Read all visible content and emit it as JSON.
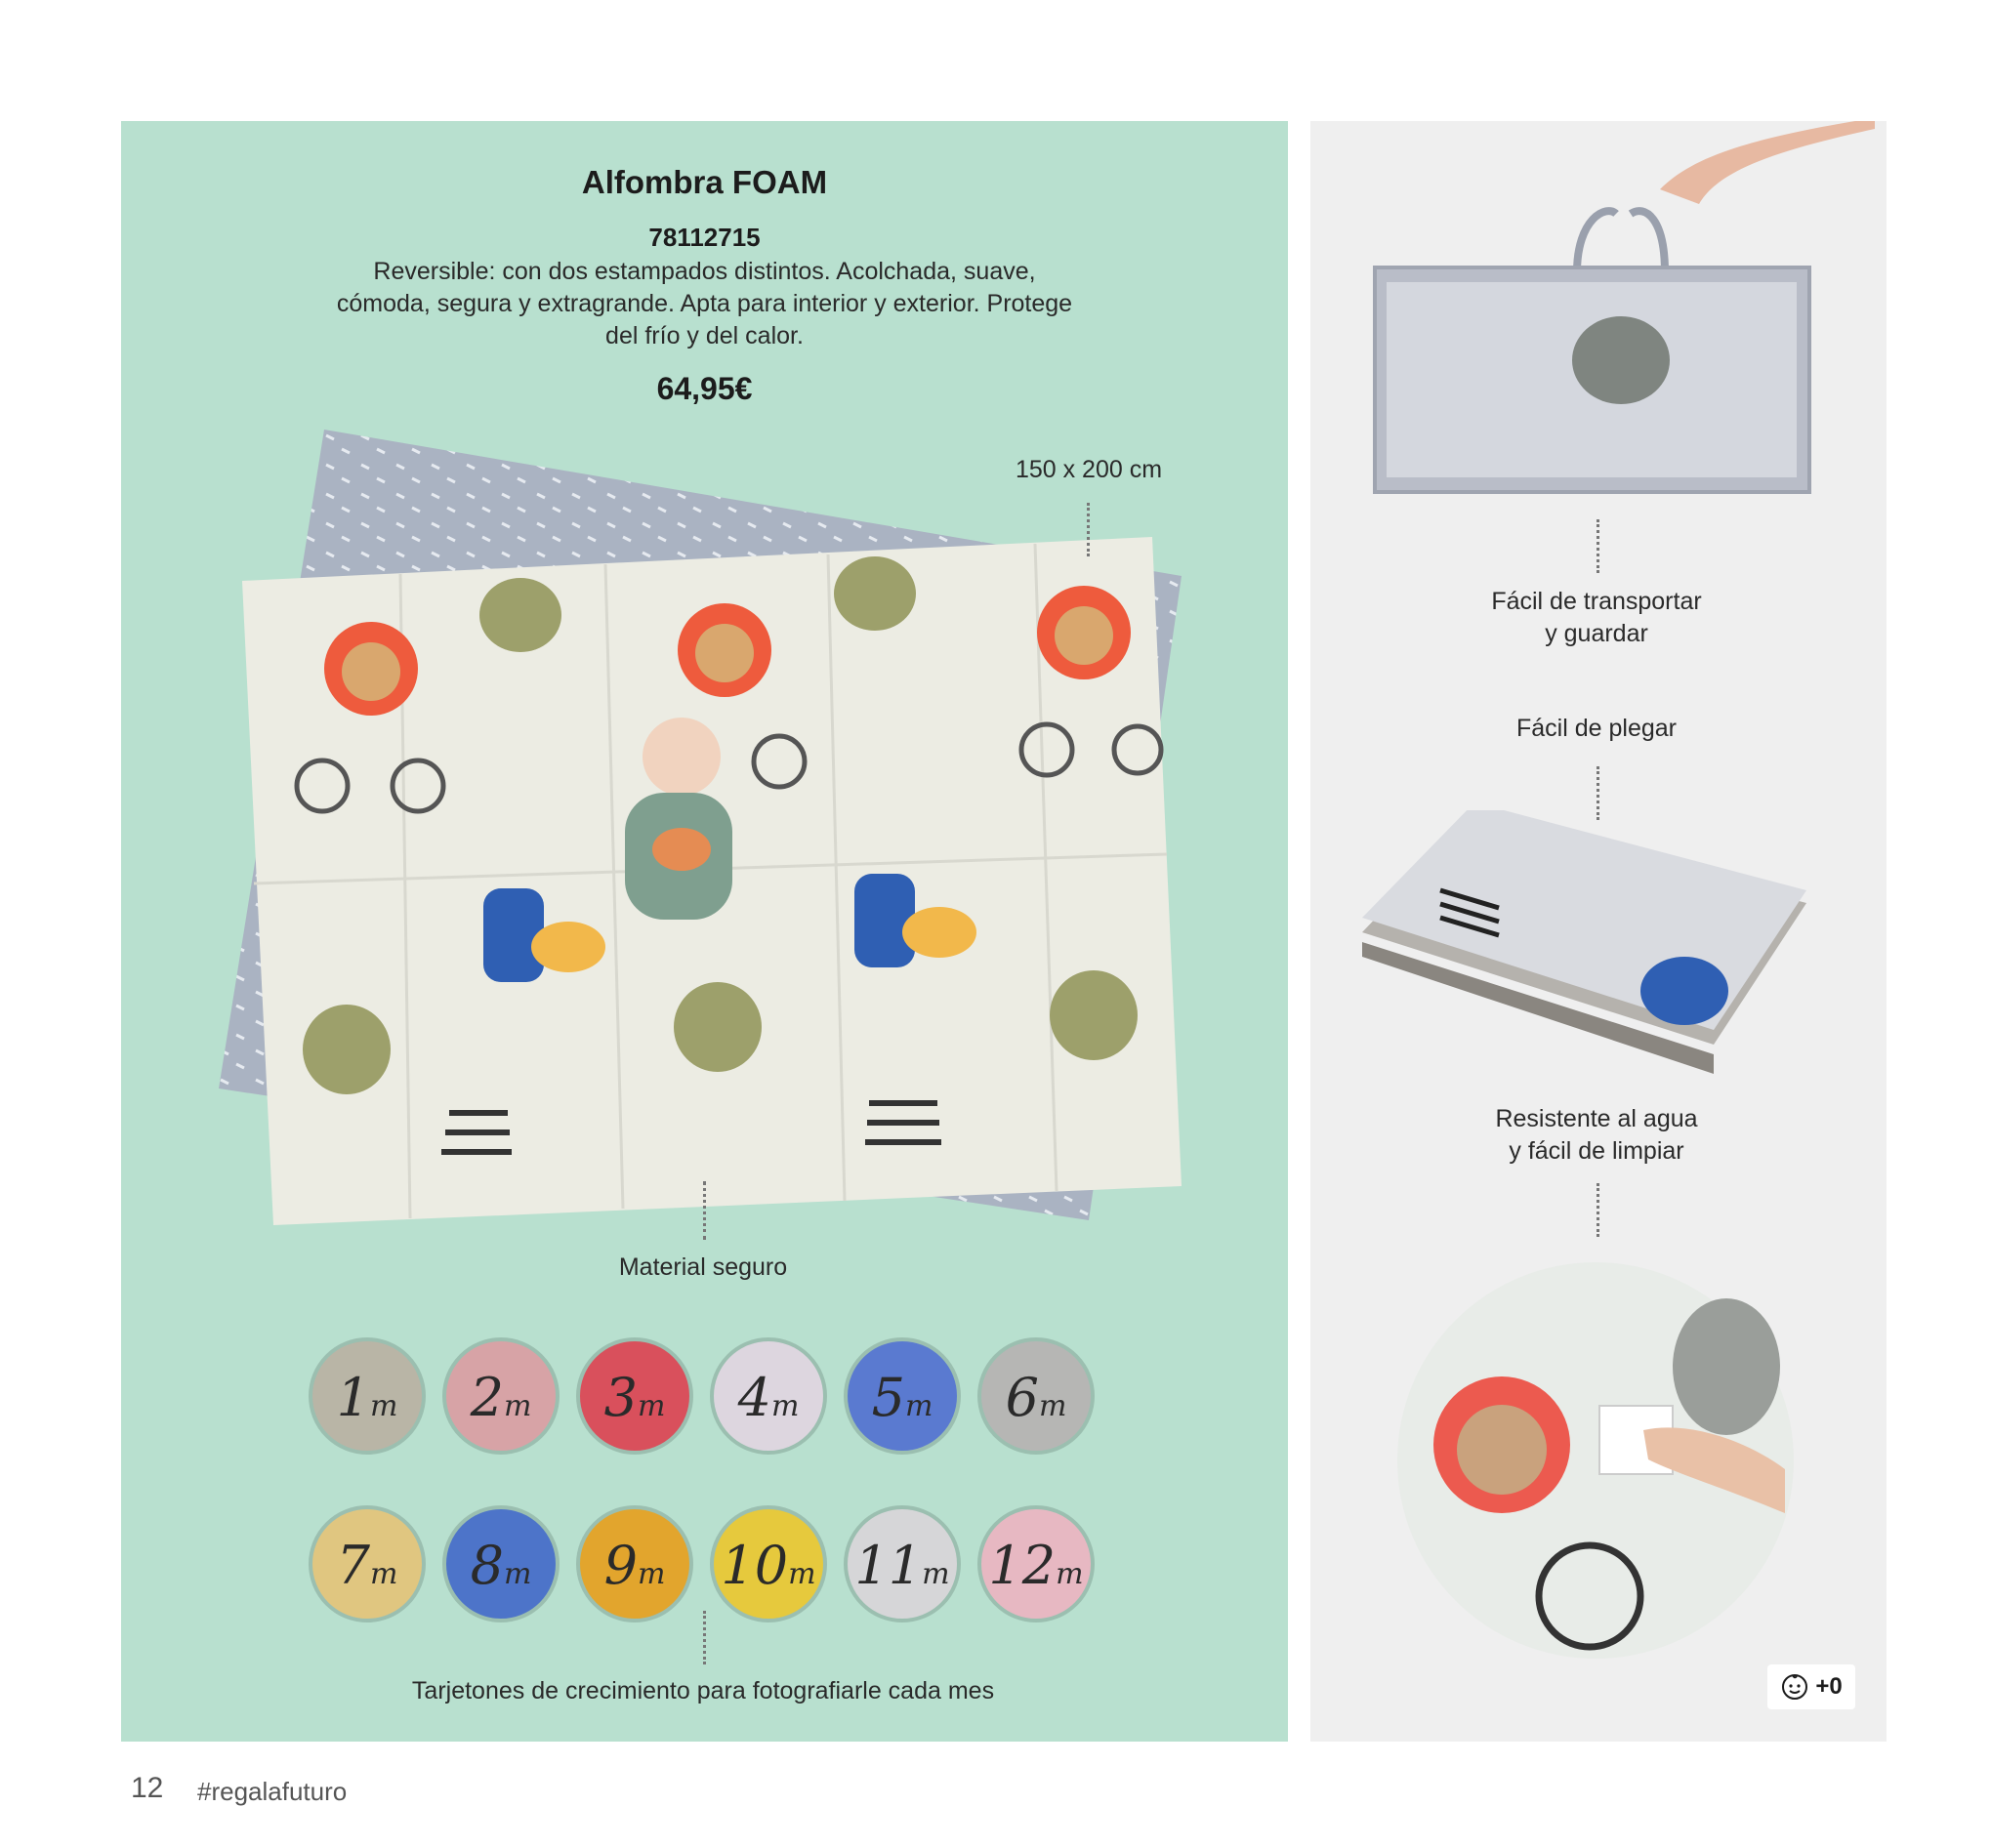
{
  "product": {
    "title": "Alfombra FOAM",
    "sku": "78112715",
    "description": "Reversible: con dos estampados distintos.  Acolchada, suave, cómoda, segura y extragrande. Apta para interior y exterior. Protege del frío y del calor.",
    "price": "64,95€"
  },
  "callouts": {
    "size": "150 x 200 cm",
    "material": "Material seguro",
    "cards": "Tarjetones de crecimiento para fotografiarle cada mes",
    "transport_line1": "Fácil de transportar",
    "transport_line2": "y guardar",
    "fold": "Fácil de plegar",
    "water_line1": "Resistente al agua",
    "water_line2": "y fácil de limpiar"
  },
  "months": [
    {
      "n": "1",
      "u": "m",
      "color": "#b9b5a6"
    },
    {
      "n": "2",
      "u": "m",
      "color": "#d7a3a6"
    },
    {
      "n": "3",
      "u": "m",
      "color": "#d9505c"
    },
    {
      "n": "4",
      "u": "m",
      "color": "#ddd6df"
    },
    {
      "n": "5",
      "u": "m",
      "color": "#5a7ad0"
    },
    {
      "n": "6",
      "u": "m",
      "color": "#b6b6b4"
    },
    {
      "n": "7",
      "u": "m",
      "color": "#e0c680"
    },
    {
      "n": "8",
      "u": "m",
      "color": "#4d74c9"
    },
    {
      "n": "9",
      "u": "m",
      "color": "#e2a52d"
    },
    {
      "n": "10",
      "u": "m",
      "color": "#e6c93d"
    },
    {
      "n": "11",
      "u": "m",
      "color": "#d6d6d8"
    },
    {
      "n": "12",
      "u": "m",
      "color": "#e7b8c2"
    }
  ],
  "badge": {
    "icon": "baby-face-icon",
    "text": "+0"
  },
  "footer": {
    "page_number": "12",
    "hashtag": "#regalafuturo"
  },
  "colors": {
    "left_panel": "#b8e0cf",
    "right_panel": "#efefef"
  }
}
